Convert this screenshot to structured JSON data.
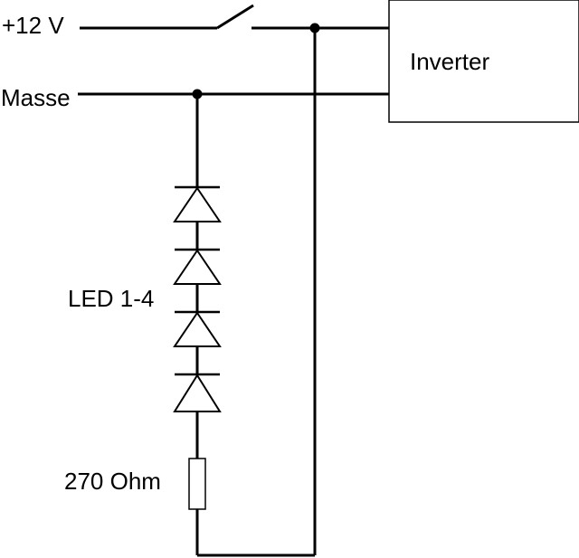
{
  "labels": {
    "supply": "+12 V",
    "ground": "Masse",
    "inverter": "Inverter",
    "leds": "LED 1-4",
    "resistor": "270 Ohm"
  },
  "components": {
    "switch": "switch-open",
    "inverter": "block",
    "led_count": 4,
    "resistor": "resistor",
    "junctions": 2
  }
}
